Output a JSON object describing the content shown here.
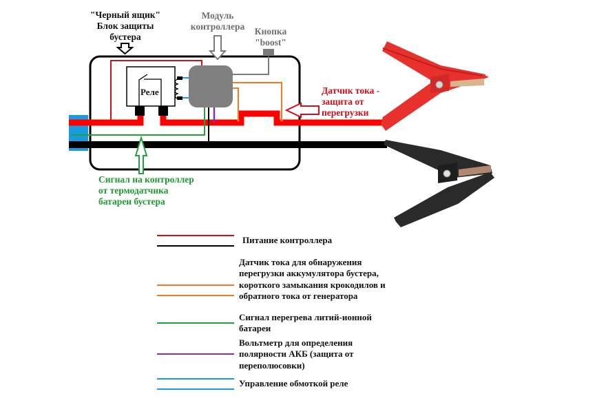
{
  "diagram": {
    "labels": {
      "black_box_line1": "\"Черный ящик\"",
      "black_box_line2": "Блок защиты",
      "black_box_line3": "бустера",
      "controller_line1": "Модуль",
      "controller_line2": "контроллера",
      "button_line1": "Кнопка",
      "button_line2": "\"boost\"",
      "relay": "Реле",
      "current_sensor_line1": "Датчик тока -",
      "current_sensor_line2": "защита от",
      "current_sensor_line3": "перегрузки",
      "thermo_signal_line1": "Сигнал на контроллер",
      "thermo_signal_line2": "от термодатчика",
      "thermo_signal_line3": "батареи бустера"
    },
    "clamps": [
      {
        "name": "positive-clamp",
        "color": "#e8302c"
      },
      {
        "name": "negative-clamp",
        "color": "#2a2a2a"
      }
    ],
    "colors": {
      "power_red": "#ff0000",
      "ground_black": "#000000",
      "sensor_orange": "#f07b22",
      "thermo_green": "#1fa23a",
      "voltmeter_purple": "#8a2ea0",
      "relay_blue": "#1a9be0",
      "controller_gray": "#808080",
      "button_gray": "#7a7a7a"
    }
  },
  "legend": {
    "items": [
      {
        "key": "power",
        "lines": [
          "#d10f16",
          "#000000"
        ],
        "text": [
          "Питание контроллера"
        ]
      },
      {
        "key": "current-sensor",
        "lines": [
          "#f07b22",
          "#f07b22"
        ],
        "text": [
          "Датчик тока для обнаружения",
          "перегрузки аккумулятора бустера,",
          "короткого замыкания крокодилов и",
          "обратного тока от генератора"
        ]
      },
      {
        "key": "thermo-signal",
        "lines": [
          "#1fa23a"
        ],
        "text": [
          "Сигнал перегрева литий-ионной",
          "батареи"
        ]
      },
      {
        "key": "voltmeter",
        "lines": [
          "#8a2ea0"
        ],
        "text": [
          "Вольтметр для определения",
          "полярности АКБ (защита от",
          "переполюсовки)"
        ]
      },
      {
        "key": "relay-control",
        "lines": [
          "#1a9be0",
          "#1a9be0"
        ],
        "text": [
          "Управление обмоткой реле"
        ]
      }
    ]
  }
}
